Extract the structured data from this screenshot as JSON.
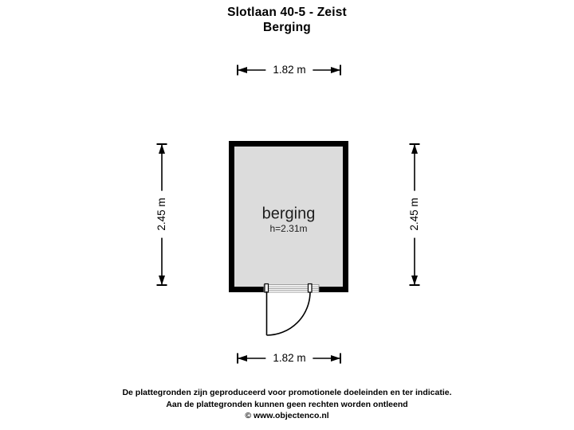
{
  "title": {
    "line1": "Slotlaan 40-5 - Zeist",
    "line2": "Berging"
  },
  "room": {
    "name": "berging",
    "height_label": "h=2.31m"
  },
  "dimensions": {
    "top_width": "1.82 m",
    "bottom_width": "1.82 m",
    "left_height": "2.45 m",
    "right_height": "2.45 m"
  },
  "footer": {
    "line1": "De plattegronden zijn geproduceerd voor promotionele doeleinden en ter indicatie.",
    "line2": "Aan de plattegronden kunnen geen rechten worden ontleend",
    "line3": "© www.objectenco.nl"
  },
  "colors": {
    "background": "#ffffff",
    "wall": "#000000",
    "room_fill": "#dcdcdc",
    "dimension_line": "#000000",
    "threshold_line": "#8a8a8a",
    "text": "#000000"
  }
}
